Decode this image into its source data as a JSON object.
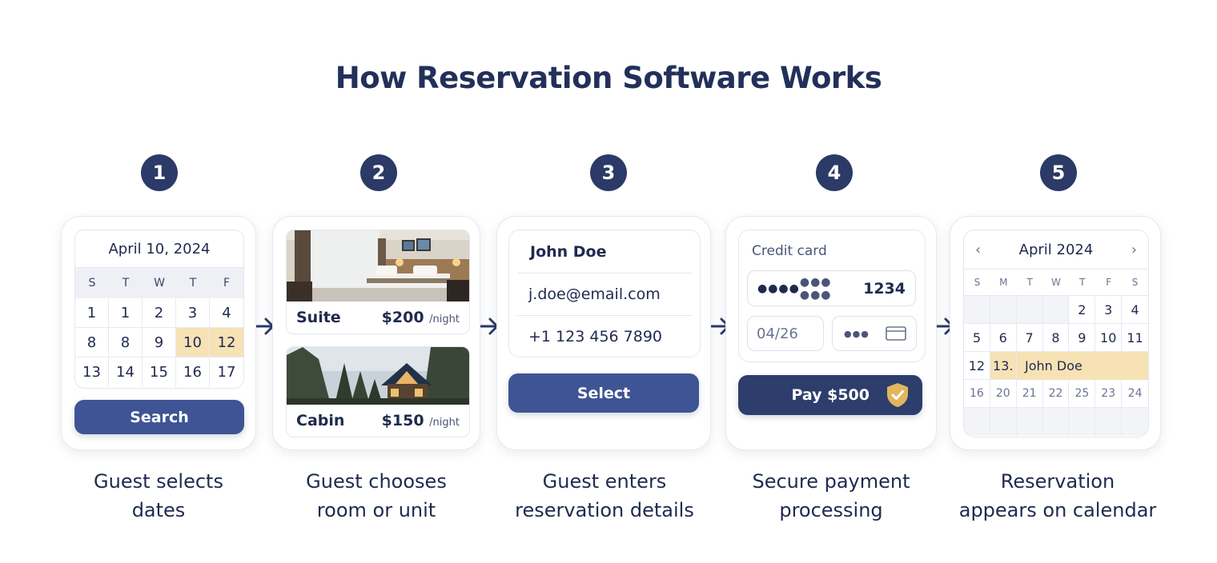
{
  "title": "How Reservation Software Works",
  "colors": {
    "navy": "#2b3a67",
    "button_blue": "#3e5494",
    "highlight": "#f6e2b5",
    "shield_gold": "#e2b55e"
  },
  "steps": [
    {
      "number": "1",
      "caption_line1": "Guest selects",
      "caption_line2": "dates",
      "calendar": {
        "date_label": "April 10, 2024",
        "weekdays": [
          "S",
          "T",
          "W",
          "T",
          "F"
        ],
        "rows": [
          [
            "1",
            "1",
            "2",
            "3",
            "4"
          ],
          [
            "8",
            "8",
            "9",
            "10",
            "12"
          ],
          [
            "13",
            "14",
            "15",
            "16",
            "17"
          ]
        ],
        "highlighted": [
          "10",
          "12"
        ]
      },
      "button_label": "Search"
    },
    {
      "number": "2",
      "caption_line1": "Guest chooses",
      "caption_line2": "room or unit",
      "rooms": [
        {
          "name": "Suite",
          "price": "$200",
          "unit": "/night",
          "image": "hotel-room-photo"
        },
        {
          "name": "Cabin",
          "price": "$150",
          "unit": "/night",
          "image": "cabin-photo"
        }
      ]
    },
    {
      "number": "3",
      "caption_line1": "Guest enters",
      "caption_line2": "reservation details",
      "form": {
        "name": "John Doe",
        "email": "j.doe@email.com",
        "phone": "+1 123 456 7890"
      },
      "button_label": "Select"
    },
    {
      "number": "4",
      "caption_line1": "Secure payment",
      "caption_line2": "processing",
      "payment": {
        "label": "Credit card",
        "masked_group1": "●●●●",
        "masked_group2": "●●● ●●●",
        "last4": "1234",
        "expiry": "04/26",
        "cvc_masked": "●●●",
        "card_icon": "credit-card-icon"
      },
      "button_label": "Pay $500",
      "button_icon": "shield-check-icon"
    },
    {
      "number": "5",
      "caption_line1": "Reservation",
      "caption_line2": "appears on calendar",
      "calendar": {
        "month_label": "April 2024",
        "prev": "‹",
        "next": "›",
        "weekdays": [
          "S",
          "M",
          "T",
          "W",
          "T",
          "F",
          "S"
        ],
        "rows": [
          [
            "",
            "",
            "",
            "",
            "2",
            "3",
            "4"
          ],
          [
            "5",
            "6",
            "7",
            "8",
            "9",
            "10",
            "11"
          ],
          [
            "12",
            "13.",
            "",
            "",
            "",
            "",
            ""
          ],
          [
            "16",
            "20",
            "21",
            "22",
            "25",
            "23",
            "24"
          ],
          [
            "",
            "",
            "",
            "",
            "",
            "",
            ""
          ]
        ],
        "event_label": "John Doe"
      }
    }
  ]
}
